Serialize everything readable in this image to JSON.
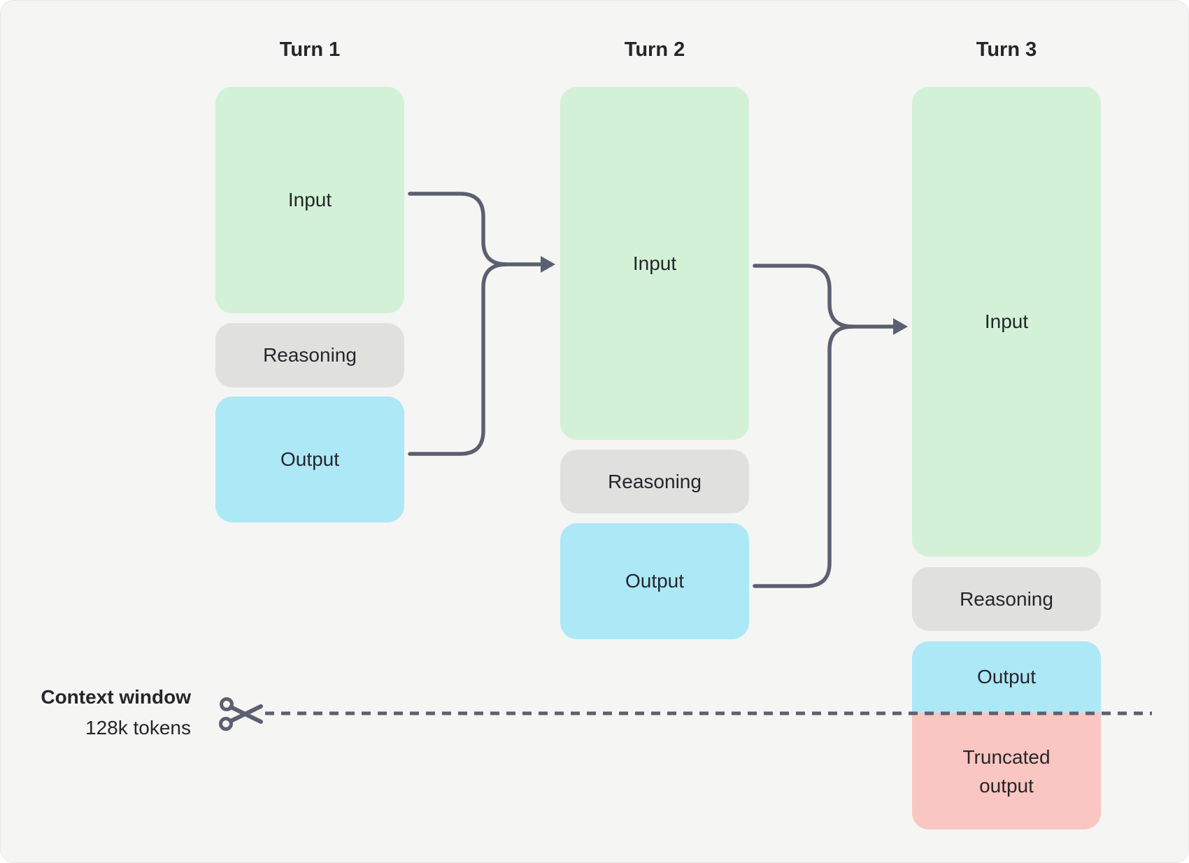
{
  "turns": [
    {
      "title": "Turn 1",
      "boxes": {
        "input": "Input",
        "reasoning": "Reasoning",
        "output": "Output"
      }
    },
    {
      "title": "Turn 2",
      "boxes": {
        "input": "Input",
        "reasoning": "Reasoning",
        "output": "Output"
      }
    },
    {
      "title": "Turn 3",
      "boxes": {
        "input": "Input",
        "reasoning": "Reasoning",
        "output": "Output",
        "truncated": "Truncated output"
      }
    }
  ],
  "context_window": {
    "label": "Context window",
    "tokens": "128k tokens"
  },
  "icons": {
    "scissors": "scissors-icon"
  },
  "colors": {
    "bg": "#f5f5f3",
    "border": "#e8e8e6",
    "green": "#d3f1d7",
    "gray": "#e0e0df",
    "blue": "#ade8f7",
    "pink": "#fac6c1",
    "line": "#5b6070",
    "text": "#24262a"
  }
}
